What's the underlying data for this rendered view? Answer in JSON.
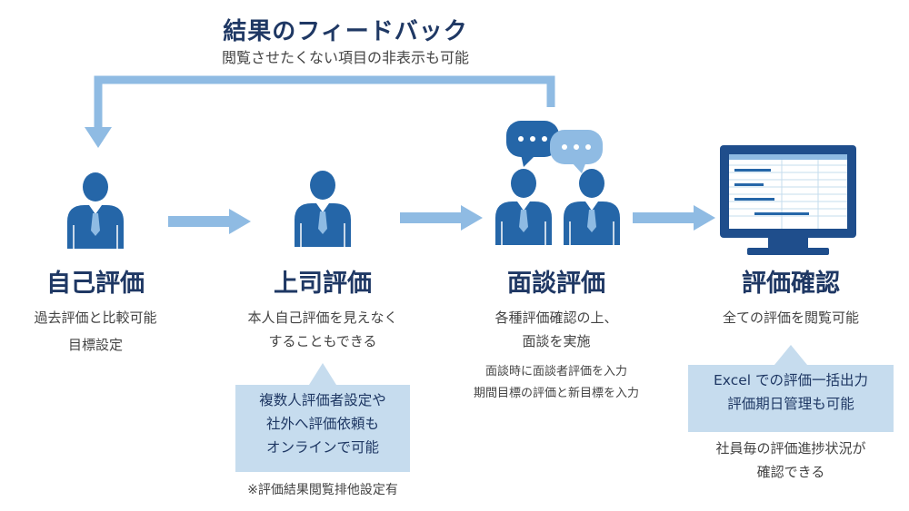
{
  "feedback": {
    "title": "結果のフィードバック",
    "subtitle": "閲覧させたくない項目の非表示も可能"
  },
  "steps": [
    {
      "title": "自己評価",
      "desc": [
        "過去評価と比較可能",
        "目標設定"
      ]
    },
    {
      "title": "上司評価",
      "desc": [
        "本人自己評価を見えなく",
        "することもできる"
      ],
      "callout": [
        "複数人評価者設定や",
        "社外へ評価依頼も",
        "オンラインで可能"
      ],
      "note": "※評価結果閲覧排他設定有"
    },
    {
      "title": "面談評価",
      "desc": [
        "各種評価確認の上、",
        "面談を実施"
      ],
      "notes": [
        "面談時に面談者評価を入力",
        "期間目標の評価と新目標を入力"
      ]
    },
    {
      "title": "評価確認",
      "desc": [
        "全ての評価を閲覧可能"
      ],
      "callout": [
        "Excel での評価一括出力",
        "評価期日管理も可能"
      ],
      "extra": [
        "社員毎の評価進捗状況が",
        "確認できる"
      ]
    }
  ],
  "colors": {
    "accent": "#1f3864",
    "person": "#2566a8",
    "arrow": "#8fbbe3",
    "callout": "#c6dcee"
  }
}
